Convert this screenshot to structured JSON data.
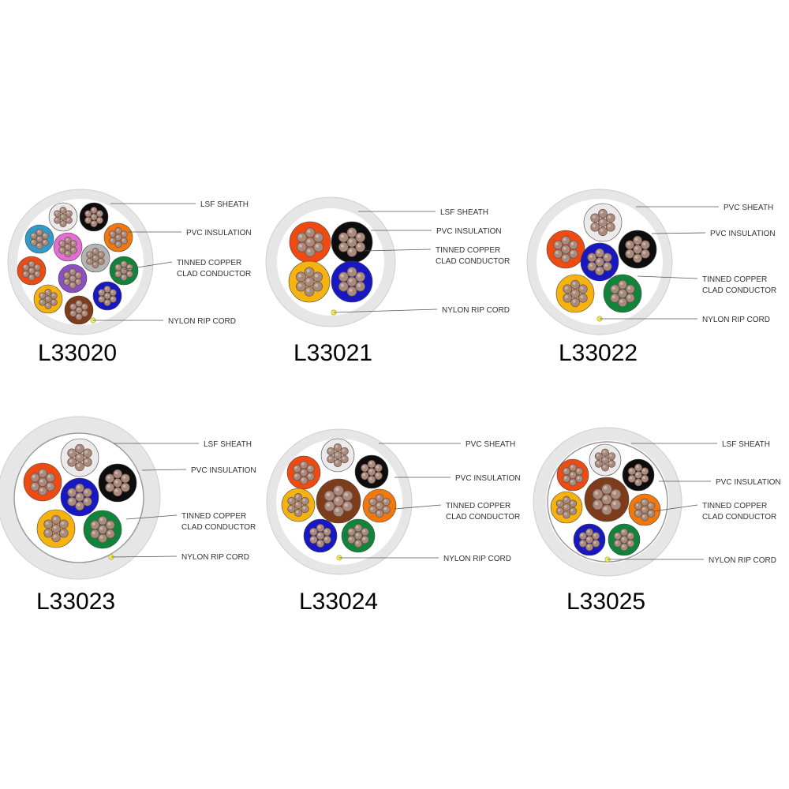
{
  "colors": {
    "white": "#ebe9e9",
    "black": "#0d0d0d",
    "orange": "#f2780c",
    "red_orange": "#ee4a12",
    "cyan": "#2f9ccd",
    "pink": "#e46cd6",
    "grey": "#b3b3b3",
    "green": "#10843a",
    "purple": "#8c4ec3",
    "yellow": "#f6b310",
    "brown": "#7d3d1a",
    "blue": "#1818c2",
    "sheath": "#e6e6e6",
    "rip_cord": "#f2f233",
    "strand": "#a88b7d",
    "leader": "#555555"
  },
  "cables": [
    {
      "code": "L33020",
      "labels": [
        "LSF SHEATH",
        "PVC INSULATION",
        "TINNED COPPER",
        "CLAD CONDUCTOR",
        "NYLON RIP CORD"
      ],
      "cores": [
        "white",
        "black",
        "cyan",
        "pink",
        "orange",
        "grey",
        "red_orange",
        "purple",
        "green",
        "yellow",
        "blue",
        "brown"
      ]
    },
    {
      "code": "L33021",
      "labels": [
        "LSF SHEATH",
        "PVC INSULATION",
        "TINNED COPPER",
        "CLAD CONDUCTOR",
        "NYLON RIP CORD"
      ],
      "cores": [
        "red_orange",
        "black",
        "yellow",
        "blue"
      ]
    },
    {
      "code": "L33022",
      "labels": [
        "PVC SHEATH",
        "PVC INSULATION",
        "TINNED COPPER",
        "CLAD CONDUCTOR",
        "NYLON RIP CORD"
      ],
      "cores": [
        "white",
        "red_orange",
        "blue",
        "black",
        "yellow",
        "green"
      ]
    },
    {
      "code": "L33023",
      "labels": [
        "LSF SHEATH",
        "PVC INSULATION",
        "TINNED COPPER",
        "CLAD CONDUCTOR",
        "NYLON RIP CORD"
      ],
      "cores": [
        "white",
        "red_orange",
        "blue",
        "black",
        "yellow",
        "green"
      ]
    },
    {
      "code": "L33024",
      "labels": [
        "PVC SHEATH",
        "PVC INSULATION",
        "TINNED COPPER",
        "CLAD CONDUCTOR",
        "NYLON RIP CORD"
      ],
      "cores": [
        "white",
        "red_orange",
        "black",
        "yellow",
        "brown",
        "orange",
        "blue",
        "green"
      ]
    },
    {
      "code": "L33025",
      "labels": [
        "LSF SHEATH",
        "PVC INSULATION",
        "TINNED COPPER",
        "CLAD CONDUCTOR",
        "NYLON RIP CORD"
      ],
      "cores": [
        "white",
        "red_orange",
        "black",
        "yellow",
        "brown",
        "orange",
        "blue",
        "green"
      ]
    }
  ]
}
